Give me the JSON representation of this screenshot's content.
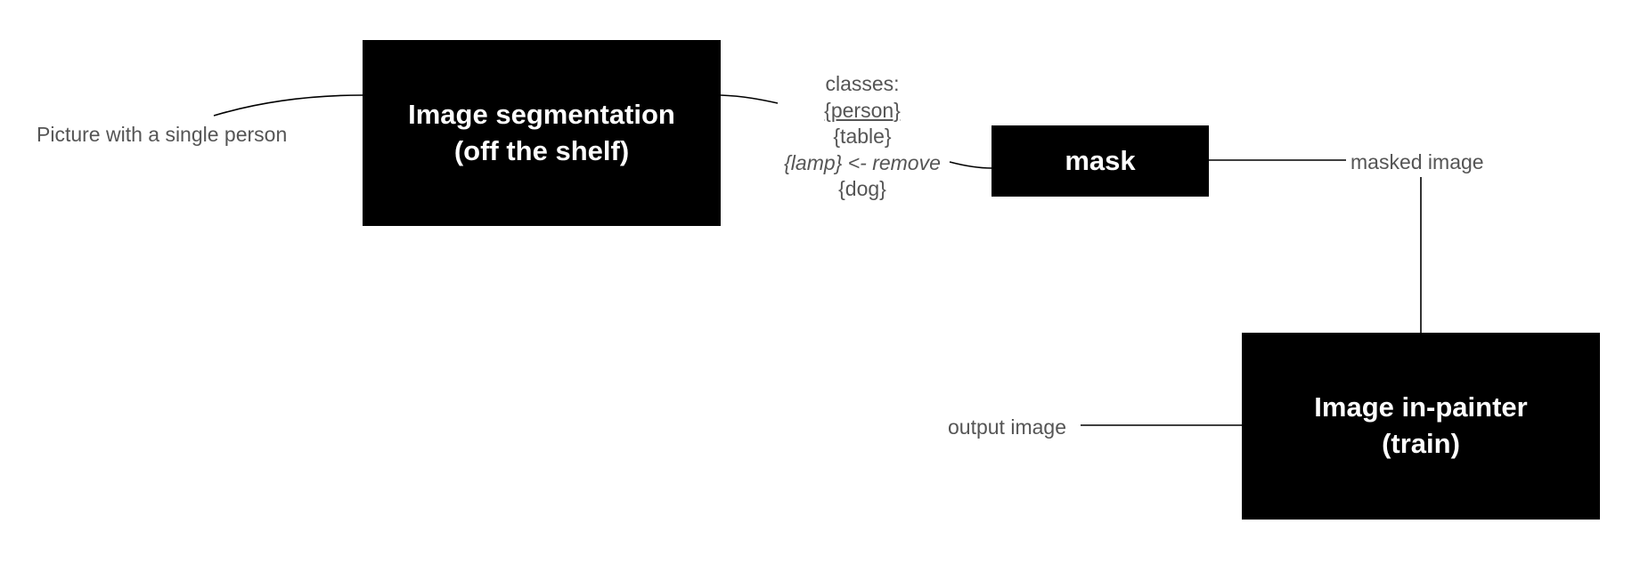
{
  "boxes": {
    "segmentation": {
      "line1": "Image segmentation",
      "line2": "(off the shelf)"
    },
    "mask": {
      "label": "mask"
    },
    "inpainter": {
      "line1": "Image in-painter",
      "line2": "(train)"
    }
  },
  "labels": {
    "input": "Picture with a single person",
    "masked_image": "masked image",
    "output_image": "output image"
  },
  "classes": {
    "heading": "classes:",
    "items": [
      "{person}",
      "{table}",
      "{lamp} <- remove",
      "{dog}"
    ]
  },
  "colors": {
    "box_fill": "#000000",
    "box_text": "#ffffff",
    "label_text": "#555555",
    "connector": "#000000"
  }
}
